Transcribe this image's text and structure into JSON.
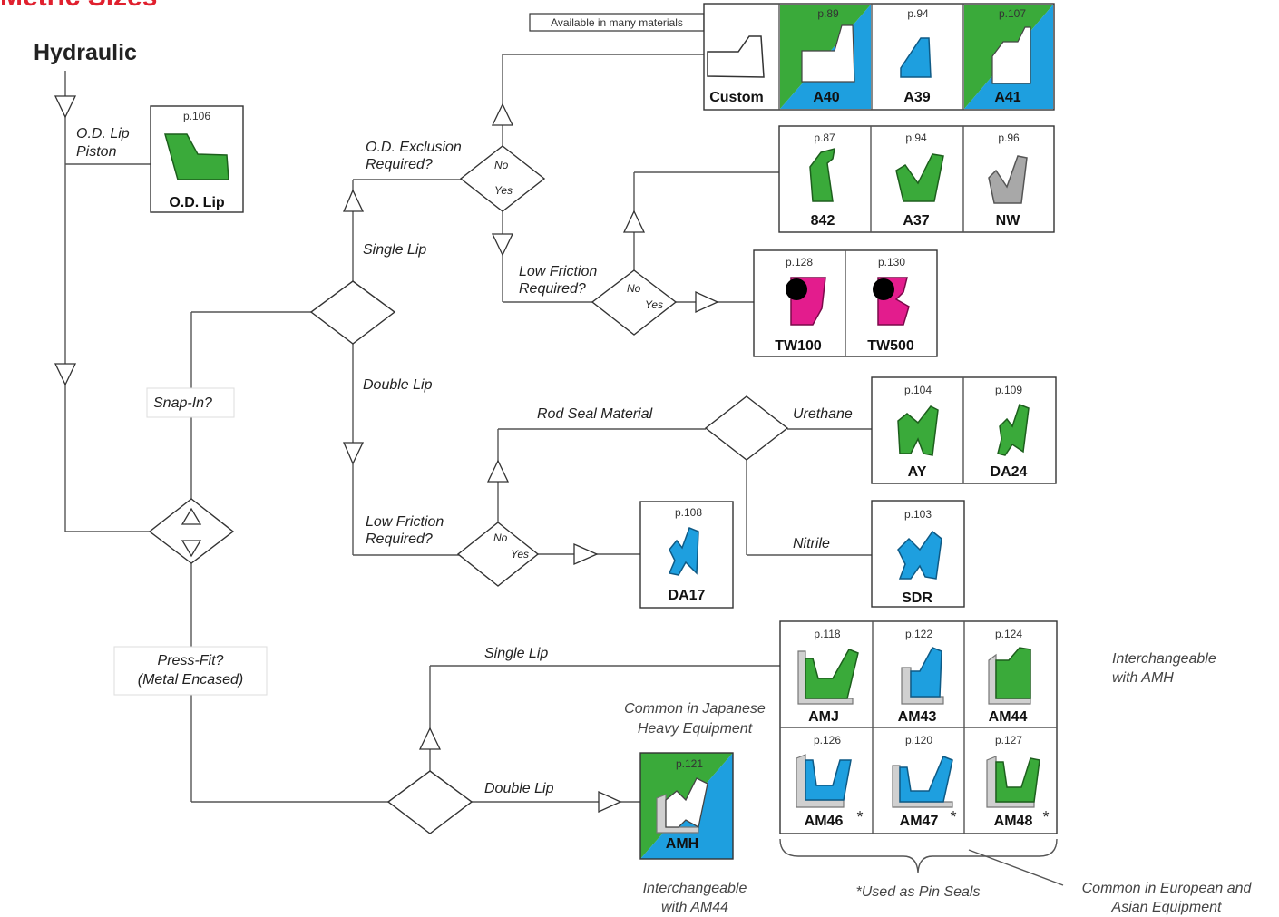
{
  "header": {
    "section_title": "Metric Sizes",
    "subtitle": "Hydraulic"
  },
  "colors": {
    "green": "#3aaa3a",
    "blue": "#1e9fdf",
    "magenta": "#e31c8d",
    "gray": "#a8a8a8",
    "header_red": "#e0202e"
  },
  "labels": {
    "od_lip_piston_1": "O.D. Lip",
    "od_lip_piston_2": "Piston",
    "snap_in": "Snap-In?",
    "press_fit_1": "Press-Fit?",
    "press_fit_2": "(Metal Encased)",
    "single_lip_upper": "Single Lip",
    "double_lip_upper": "Double Lip",
    "od_exclusion_1": "O.D. Exclusion",
    "od_exclusion_2": "Required?",
    "low_friction_upper_1": "Low Friction",
    "low_friction_upper_2": "Required?",
    "low_friction_lower_1": "Low Friction",
    "low_friction_lower_2": "Required?",
    "rod_seal_material": "Rod Seal Material",
    "urethane": "Urethane",
    "nitrile": "Nitrile",
    "single_lip_lower": "Single Lip",
    "double_lip_lower": "Double Lip",
    "no": "No",
    "yes": "Yes",
    "available_many": "Available in many materials"
  },
  "notes": {
    "japanese_1": "Common in Japanese",
    "japanese_2": "Heavy Equipment",
    "interch_amh_1": "Interchangeable",
    "interch_amh_2": "with AMH",
    "interch_am44_1": "Interchangeable",
    "interch_am44_2": "with AM44",
    "pin_seals": "*Used as Pin Seals",
    "european_1": "Common in European and",
    "european_2": "Asian Equipment"
  },
  "products": {
    "od_lip": {
      "page": "p.106",
      "name": "O.D. Lip"
    },
    "custom": {
      "name": "Custom"
    },
    "a40": {
      "page": "p.89",
      "name": "A40"
    },
    "a39": {
      "page": "p.94",
      "name": "A39"
    },
    "a41": {
      "page": "p.107",
      "name": "A41"
    },
    "p842": {
      "page": "p.87",
      "name": "842"
    },
    "a37": {
      "page": "p.94",
      "name": "A37"
    },
    "nw": {
      "page": "p.96",
      "name": "NW"
    },
    "tw100": {
      "page": "p.128",
      "name": "TW100"
    },
    "tw500": {
      "page": "p.130",
      "name": "TW500"
    },
    "ay": {
      "page": "p.104",
      "name": "AY"
    },
    "da24": {
      "page": "p.109",
      "name": "DA24"
    },
    "da17": {
      "page": "p.108",
      "name": "DA17"
    },
    "sdr": {
      "page": "p.103",
      "name": "SDR"
    },
    "amj": {
      "page": "p.118",
      "name": "AMJ"
    },
    "am43": {
      "page": "p.122",
      "name": "AM43"
    },
    "am44": {
      "page": "p.124",
      "name": "AM44"
    },
    "am46": {
      "page": "p.126",
      "name": "AM46"
    },
    "am47": {
      "page": "p.120",
      "name": "AM47"
    },
    "am48": {
      "page": "p.127",
      "name": "AM48"
    },
    "amh": {
      "page": "p.121",
      "name": "AMH"
    }
  },
  "pin_star": "*"
}
